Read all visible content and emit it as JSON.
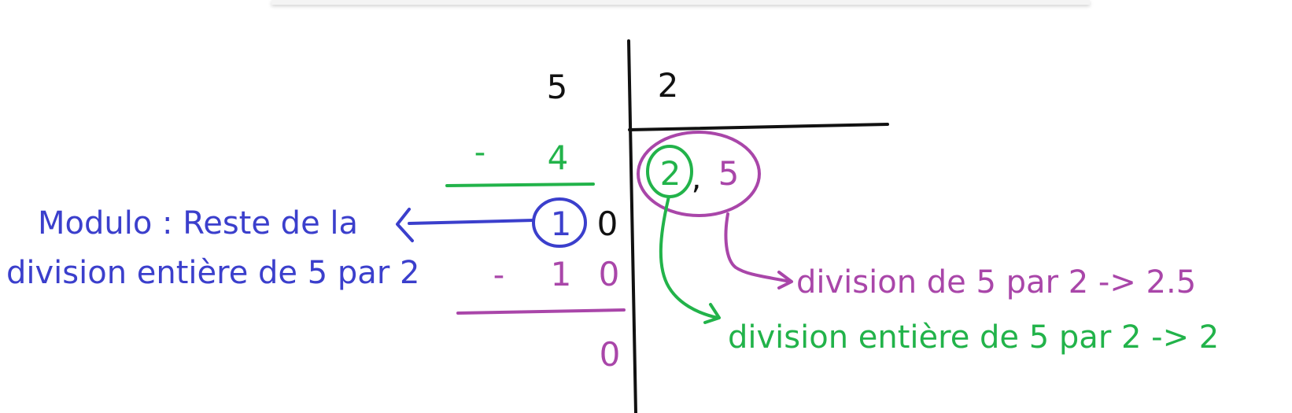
{
  "colors": {
    "black": "#111111",
    "green": "#22b34a",
    "purple": "#a946a9",
    "blue": "#3b3fcc"
  },
  "division": {
    "dividend": "5",
    "divisor": "2",
    "minus_first": "-",
    "first_subtrahend": "4",
    "remainder_digit": "1",
    "remainder_appended": "0",
    "minus_second": "-",
    "second_subtrahend_tens": "1",
    "second_subtrahend_units": "0",
    "final_remainder": "0",
    "quotient_integer": "2",
    "decimal_separator": ",",
    "quotient_decimal": "5"
  },
  "annotations": {
    "modulo_line1": "Modulo : Reste de la",
    "modulo_line2": "division entière de 5 par 2",
    "division_label": "division de 5 par 2 -> 2.5",
    "integer_division_label": "division entière de 5 par 2 -> 2"
  }
}
